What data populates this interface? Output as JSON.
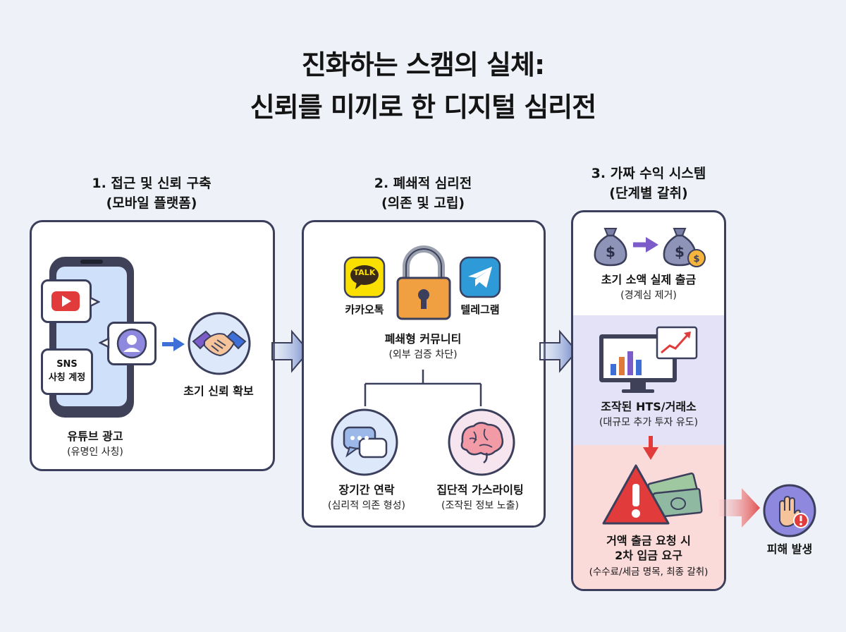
{
  "title": {
    "line1": "진화하는 스캠의 실체:",
    "line2": "신뢰를 미끼로 한 디지털 심리전"
  },
  "section1": {
    "heading_line1": "1. 접근 및 신뢰 구축",
    "heading_line2": "(모바일 플랫폼)",
    "sns_label_line1": "SNS",
    "sns_label_line2": "사칭 계정",
    "youtube_title": "유튜브 광고",
    "youtube_sub": "(유명인 사칭)",
    "trust_label": "초기 신뢰 확보"
  },
  "section2": {
    "heading_line1": "2. 폐쇄적 심리전",
    "heading_line2": "(의존 및 고립)",
    "talk_badge": "TALK",
    "kakao_label": "카카오톡",
    "telegram_label": "텔레그램",
    "community_title": "폐쇄형 커뮤니티",
    "community_sub": "(외부 검증 차단)",
    "contact_title": "장기간 연락",
    "contact_sub": "(심리적 의존 형성)",
    "gaslight_title": "집단적 가스라이팅",
    "gaslight_sub": "(조작된 정보 노출)"
  },
  "section3": {
    "heading_line1": "3. 가짜 수익 시스템",
    "heading_line2": "(단계별 갈취)",
    "withdraw_title": "초기 소액 실제 출금",
    "withdraw_sub": "(경계심 제거)",
    "hts_title": "조작된 HTS/거래소",
    "hts_sub": "(대규모 추가 투자 유도)",
    "demand_line1": "거액 출금 요청 시",
    "demand_line2": "2차 입금 요구",
    "demand_sub": "(수수료/세금 명목, 최종 갈취)"
  },
  "outcome": {
    "label": "피해 발생"
  },
  "colors": {
    "outline": "#3b3f5c",
    "arrow_blue": "#3d6fd6",
    "arrow_purple": "#7b5cc9",
    "warning_red": "#e23b3b",
    "section3_purple_band": "#e3e2f6",
    "section3_red_band": "#fbdada",
    "kakao_yellow": "#f9e000",
    "telegram_blue": "#2f9ad8",
    "lock_orange": "#f0a040"
  },
  "icons": [
    "youtube-icon",
    "profile-icon",
    "handshake-icon",
    "talk-icon",
    "lock-icon",
    "telegram-icon",
    "chat-bubbles-icon",
    "brain-icon",
    "money-bag-icon",
    "monitor-chart-icon",
    "warning-icon",
    "cash-icon",
    "stop-hand-icon"
  ]
}
